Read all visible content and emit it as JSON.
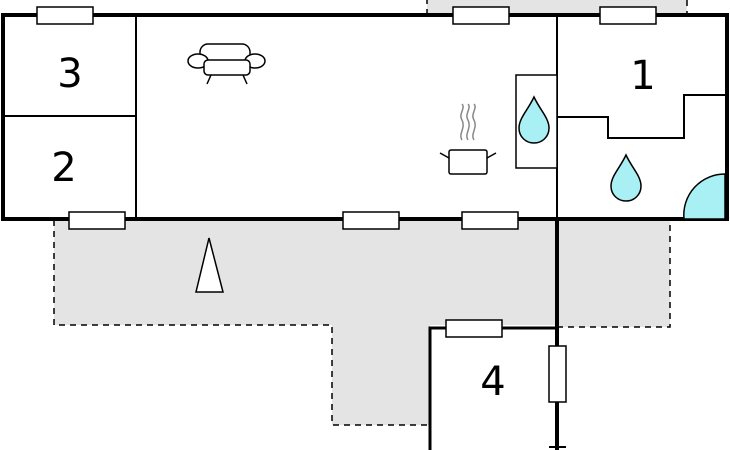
{
  "colors": {
    "wall": "#000000",
    "terrace": "#e4e4e4",
    "water": "#a8f0f4",
    "window_fill": "#ffffff",
    "background": "#ffffff"
  },
  "rooms": [
    {
      "key": "room-1",
      "label": "1"
    },
    {
      "key": "room-2",
      "label": "2"
    },
    {
      "key": "room-3",
      "label": "3"
    },
    {
      "key": "room-4",
      "label": "4"
    }
  ],
  "icons": [
    "sofa-icon",
    "cooking-pot-icon",
    "water-drop-icon",
    "shower-icon",
    "north-arrow-icon"
  ]
}
